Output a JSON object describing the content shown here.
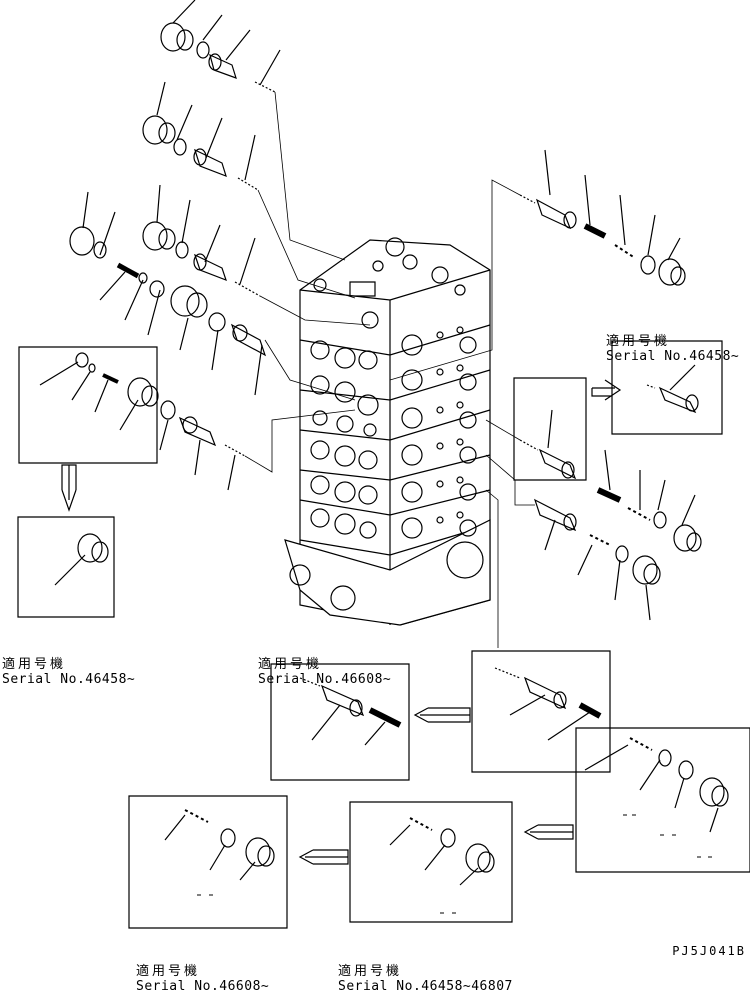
{
  "labels": [
    {
      "id": "serial-top-right",
      "applicable": "適用号機",
      "serial": "Serial No.46458~"
    },
    {
      "id": "serial-left",
      "applicable": "適用号機",
      "serial": "Serial No.46458~"
    },
    {
      "id": "serial-center",
      "applicable": "適用号機",
      "serial": "Serial No.46608~"
    },
    {
      "id": "serial-bottom-left",
      "applicable": "適用号機",
      "serial": "Serial No.46608~"
    },
    {
      "id": "serial-bottom-mid",
      "applicable": "適用号機",
      "serial": "Serial No.46458~46807"
    }
  ],
  "drawing_code": "PJ5J041B"
}
